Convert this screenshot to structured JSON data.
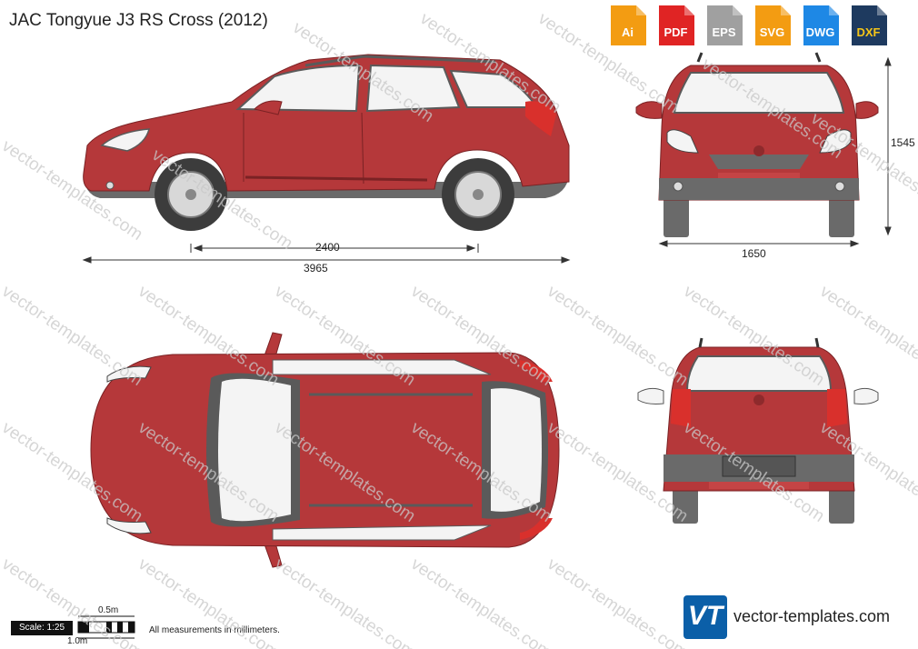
{
  "title": "JAC Tongyue J3 RS Cross (2012)",
  "formats": [
    {
      "label": "Ai",
      "color": "#f39c12"
    },
    {
      "label": "PDF",
      "color": "#e02424"
    },
    {
      "label": "EPS",
      "color": "#a0a0a0"
    },
    {
      "label": "SVG",
      "color": "#f39c12"
    },
    {
      "label": "DWG",
      "color": "#1e88e5"
    },
    {
      "label": "DXF",
      "color": "#1e3a5f"
    }
  ],
  "dimensions": {
    "wheelbase": "2400",
    "length": "3965",
    "width": "1650",
    "height": "1545"
  },
  "scale": {
    "label": "Scale: 1:25",
    "half_meter": "0.5m",
    "one_meter": "1.0m"
  },
  "note": "All measurements in millimeters.",
  "watermark": "vector-templates.com",
  "brand": {
    "logo_text": "VT",
    "site": "vector-templates.com"
  },
  "colors": {
    "body": "#b5383a",
    "body_dark": "#8e2a2c",
    "glass": "#f4f4f4",
    "trim": "#6a6a6a",
    "tyre": "#3c3c3c"
  }
}
